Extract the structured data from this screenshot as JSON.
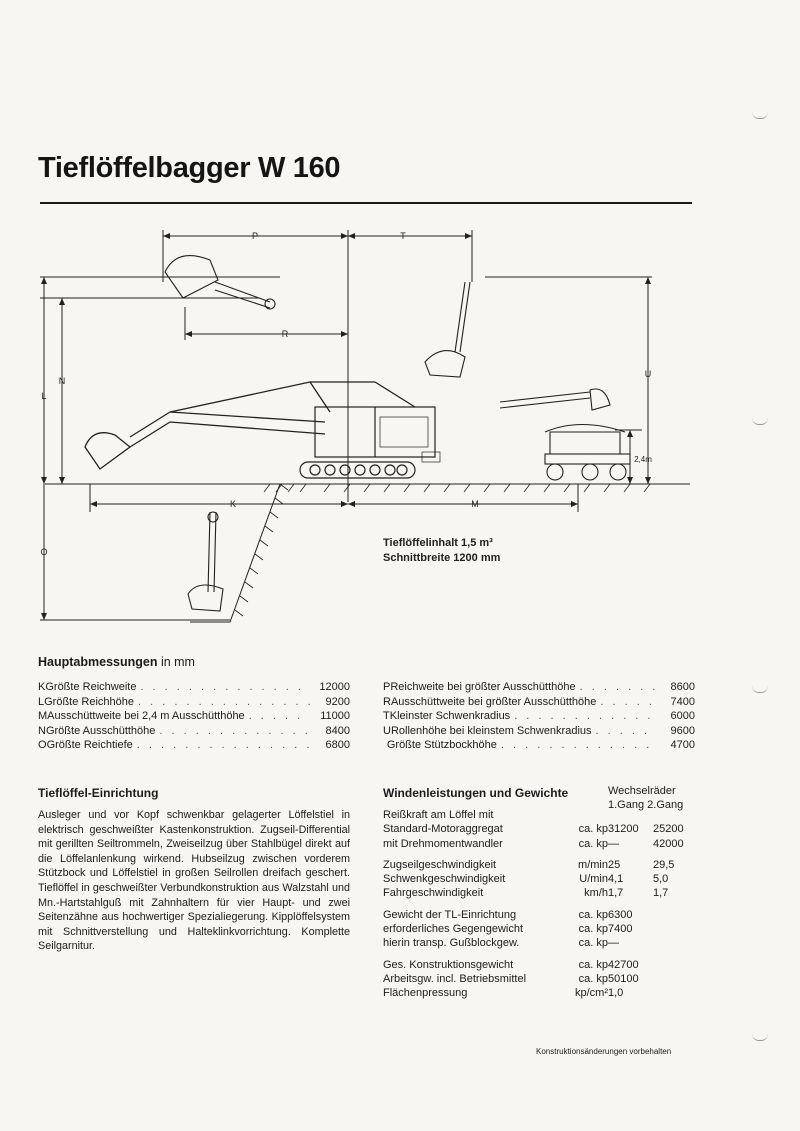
{
  "header": {
    "title": "Tieflöffelbagger W 160"
  },
  "figure": {
    "dim_labels": [
      "P",
      "T",
      "R",
      "L",
      "N",
      "U",
      "K",
      "M",
      "O",
      "2,4m"
    ],
    "caption_line1": "Tieflöffelinhalt 1,5 m³",
    "caption_line2": "Schnittbreite 1200 mm"
  },
  "dimensions": {
    "title_bold": "Hauptabmessungen",
    "title_unit": " in mm",
    "left": [
      {
        "letter": "K",
        "label": "Größte Reichweite",
        "value": "12000"
      },
      {
        "letter": "L",
        "label": "Größte Reichhöhe",
        "value": "9200"
      },
      {
        "letter": "M",
        "label": "Ausschüttweite bei 2,4 m Ausschütthöhe",
        "value": "11000"
      },
      {
        "letter": "N",
        "label": "Größte Ausschütthöhe",
        "value": "8400"
      },
      {
        "letter": "O",
        "label": "Größte Reichtiefe",
        "value": "6800"
      }
    ],
    "right": [
      {
        "letter": "P",
        "label": "Reichweite bei größter Ausschütthöhe",
        "value": "8600"
      },
      {
        "letter": "R",
        "label": "Ausschüttweite bei größter Ausschütthöhe",
        "value": "7400"
      },
      {
        "letter": "T",
        "label": "Kleinster Schwenkradius",
        "value": "6000"
      },
      {
        "letter": "U",
        "label": "Rollenhöhe bei kleinstem Schwenkradius",
        "value": "9600"
      },
      {
        "letter": "",
        "label": "Größte Stützbockhöhe",
        "value": "4700"
      }
    ]
  },
  "tieffloeffel": {
    "title": "Tieflöffel-Einrichtung",
    "body": "Ausleger und vor Kopf schwenkbar gelagerter Löffelstiel in elektrisch geschweißter Kastenkonstruktion. Zugseil-Differential mit gerillten Seiltrommeln, Zweiseilzug über Stahlbügel direkt auf die Löffelanlenkung wirkend. Hubseilzug zwischen vorderem Stützbock und Löffelstiel in großen Seilrollen dreifach geschert. Tieflöffel in geschweißter Verbundkonstruktion aus Walzstahl und Mn.-Hartstahlguß mit Zahnhaltern für vier Haupt- und zwei Seitenzähne aus hochwertiger Spezialiegerung. Kipplöffelsystem mit Schnittverstellung und Halteklinkvorrichtung. Komplette Seilgarnitur."
  },
  "winden": {
    "title": "Windenleistungen und Gewichte",
    "head_line1": "Wechselräder",
    "head_line2": "1.Gang 2.Gang",
    "groups": [
      [
        {
          "label": "Reißkraft am Löffel mit",
          "unit": "",
          "g1": "",
          "g2": ""
        },
        {
          "label": "Standard-Motoraggregat",
          "unit": "ca. kp",
          "g1": "31200",
          "g2": "25200"
        },
        {
          "label": "mit Drehmomentwandler",
          "unit": "ca. kp",
          "g1": "—",
          "g2": "42000"
        }
      ],
      [
        {
          "label": "Zugseilgeschwindigkeit",
          "unit": "m/min",
          "g1": "25",
          "g2": "29,5"
        },
        {
          "label": "Schwenkgeschwindigkeit",
          "unit": "U/min",
          "g1": "4,1",
          "g2": "5,0"
        },
        {
          "label": "Fahrgeschwindigkeit",
          "unit": "km/h",
          "g1": "1,7",
          "g2": "1,7"
        }
      ],
      [
        {
          "label": "Gewicht der TL-Einrichtung",
          "unit": "ca. kp",
          "g1": "6300",
          "g2": ""
        },
        {
          "label": "erforderliches Gegengewicht",
          "unit": "ca. kp",
          "g1": "7400",
          "g2": ""
        },
        {
          "label": "hierin transp. Gußblockgew.",
          "unit": "ca. kp",
          "g1": "—",
          "g2": ""
        }
      ],
      [
        {
          "label": "Ges. Konstruktionsgewicht",
          "unit": "ca. kp",
          "g1": "42700",
          "g2": ""
        },
        {
          "label": "Arbeitsgw. incl. Betriebsmittel",
          "unit": "ca. kp",
          "g1": "50100",
          "g2": ""
        },
        {
          "label": "Flächenpressung",
          "unit": "kp/cm²",
          "g1": "1,0",
          "g2": ""
        }
      ]
    ]
  },
  "footer": {
    "note": "Konstruktionsänderungen vorbehalten"
  }
}
